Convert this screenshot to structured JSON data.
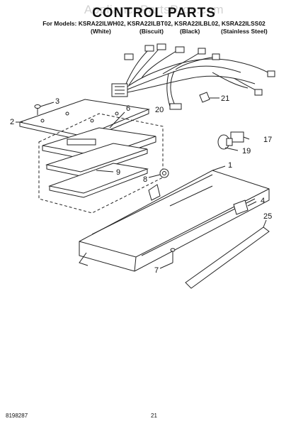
{
  "watermark": "AppliancePartsPros.com",
  "title": "CONTROL PARTS",
  "models_line": "For Models: KSRA22ILWH02, KSRA22ILBT02, KSRA22ILBL02, KSRA22ILSS02",
  "variants": [
    "(White)",
    "(Biscuit)",
    "(Black)",
    "(Stainless Steel)"
  ],
  "callouts": [
    "1",
    "2",
    "3",
    "4",
    "6",
    "7",
    "8",
    "9",
    "17",
    "19",
    "20",
    "21",
    "25"
  ],
  "footer": {
    "doc_number": "8198287",
    "page": "21"
  }
}
